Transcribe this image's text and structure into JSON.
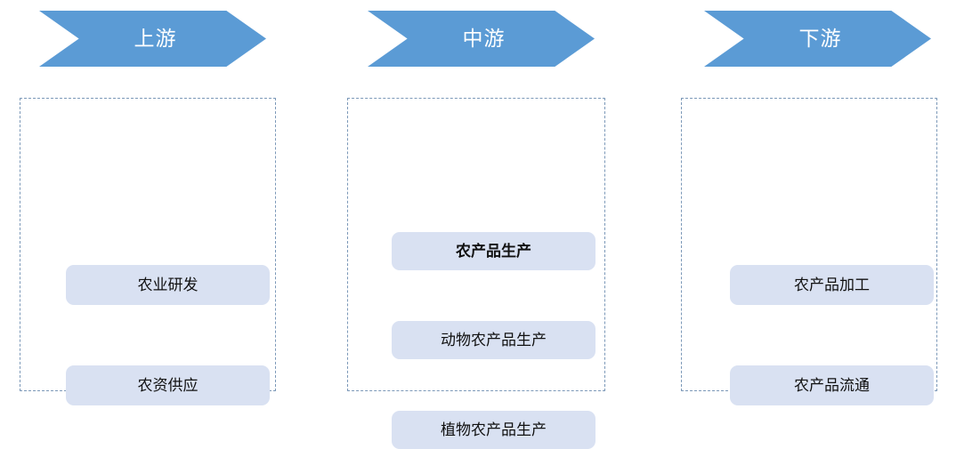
{
  "diagram": {
    "type": "value-chain",
    "colors": {
      "chevron_fill": "#5b9bd5",
      "chevron_text": "#ffffff",
      "pill_fill": "#d9e1f2",
      "pill_text": "#111111",
      "dashed_border": "#7b98b8",
      "background": "#ffffff"
    },
    "stages": [
      {
        "banner": "上游",
        "items": [
          {
            "label": "农业研发",
            "emphasis": false
          },
          {
            "label": "农资供应",
            "emphasis": false
          }
        ]
      },
      {
        "banner": "中游",
        "items": [
          {
            "label": "农产品生产",
            "emphasis": true
          },
          {
            "label": "动物农产品生产",
            "emphasis": false
          },
          {
            "label": "植物农产品生产",
            "emphasis": false
          }
        ]
      },
      {
        "banner": "下游",
        "items": [
          {
            "label": "农产品加工",
            "emphasis": false
          },
          {
            "label": "农产品流通",
            "emphasis": false
          }
        ]
      }
    ]
  }
}
